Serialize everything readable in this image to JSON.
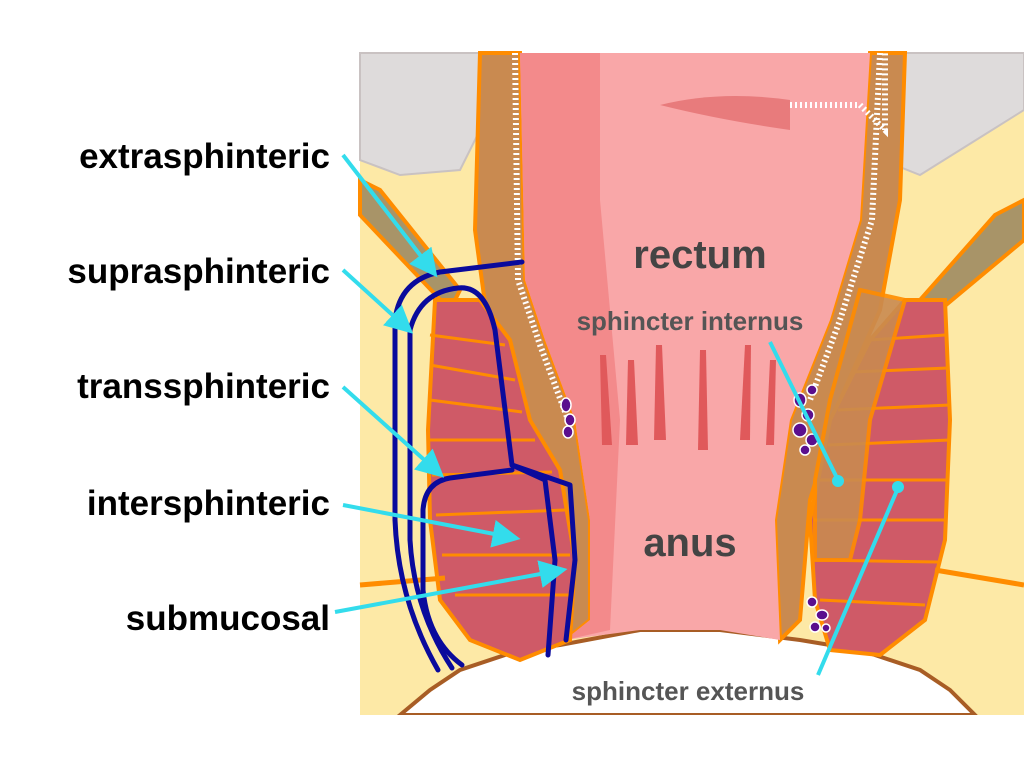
{
  "labels": {
    "fistula_types": [
      {
        "id": "extrasphinteric",
        "text": "extrasphinteric"
      },
      {
        "id": "suprasphinteric",
        "text": "suprasphinteric"
      },
      {
        "id": "transsphinteric",
        "text": "transsphinteric"
      },
      {
        "id": "intersphinteric",
        "text": "intersphinteric"
      },
      {
        "id": "submucosal",
        "text": "submucosal"
      }
    ],
    "rectum": "rectum",
    "anus": "anus",
    "sphincter_internus": "sphincter internus",
    "sphincter_externus": "sphincter externus"
  },
  "colors": {
    "fat": "#fde9a6",
    "pelvic_gray": "#dedbdb",
    "lumen": "#f9a7a8",
    "lumen_dark": "#f08081",
    "muscle": "#cf5a67",
    "orange": "#ff8c00",
    "fistula_line": "#0a0a9c",
    "arrow": "#33dcec",
    "hemorrhoid": "#5b0f8e"
  }
}
